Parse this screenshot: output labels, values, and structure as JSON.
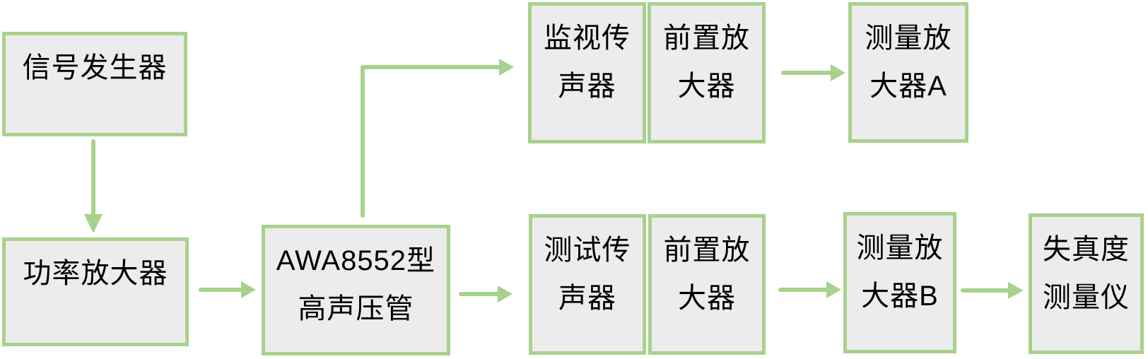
{
  "diagram": {
    "kind": "flowchart",
    "description_language": "zh-CN",
    "colors": {
      "node_border": "#a9d18e",
      "node_fill": "#ececec",
      "connector": "#a9d18e",
      "text": "#000000",
      "background": "#ffffff"
    },
    "nodes": [
      {
        "id": "signal-generator",
        "label": "信号发生器",
        "line1": "信号发生器",
        "line2": ""
      },
      {
        "id": "power-amplifier",
        "label": "功率放大器",
        "line1": "功率放大器",
        "line2": ""
      },
      {
        "id": "awa8552-tube",
        "label": "AWA8552型高声压管",
        "line1": "AWA8552型",
        "line2": "高声压管"
      },
      {
        "id": "monitor-microphone",
        "label": "监视传声器",
        "line1": "监视传",
        "line2": "声器"
      },
      {
        "id": "preamplifier-top",
        "label": "前置放大器",
        "line1": "前置放",
        "line2": "大器"
      },
      {
        "id": "measuring-amplifier-a",
        "label": "测量放大器A",
        "line1": "测量放",
        "line2": "大器A"
      },
      {
        "id": "test-microphone",
        "label": "测试传声器",
        "line1": "测试传",
        "line2": "声器"
      },
      {
        "id": "preamplifier-bottom",
        "label": "前置放大器",
        "line1": "前置放",
        "line2": "大器"
      },
      {
        "id": "measuring-amplifier-b",
        "label": "测量放大器B",
        "line1": "测量放",
        "line2": "大器B"
      },
      {
        "id": "distortion-meter",
        "label": "失真度测量仪",
        "line1": "失真度",
        "line2": "测量仪"
      }
    ],
    "edges": [
      {
        "from": "signal-generator",
        "to": "power-amplifier"
      },
      {
        "from": "power-amplifier",
        "to": "awa8552-tube"
      },
      {
        "from": "awa8552-tube",
        "to": "monitor-microphone"
      },
      {
        "from": "awa8552-tube",
        "to": "test-microphone"
      },
      {
        "from": "preamplifier-top",
        "to": "measuring-amplifier-a"
      },
      {
        "from": "preamplifier-bottom",
        "to": "measuring-amplifier-b"
      },
      {
        "from": "measuring-amplifier-b",
        "to": "distortion-meter"
      }
    ]
  }
}
